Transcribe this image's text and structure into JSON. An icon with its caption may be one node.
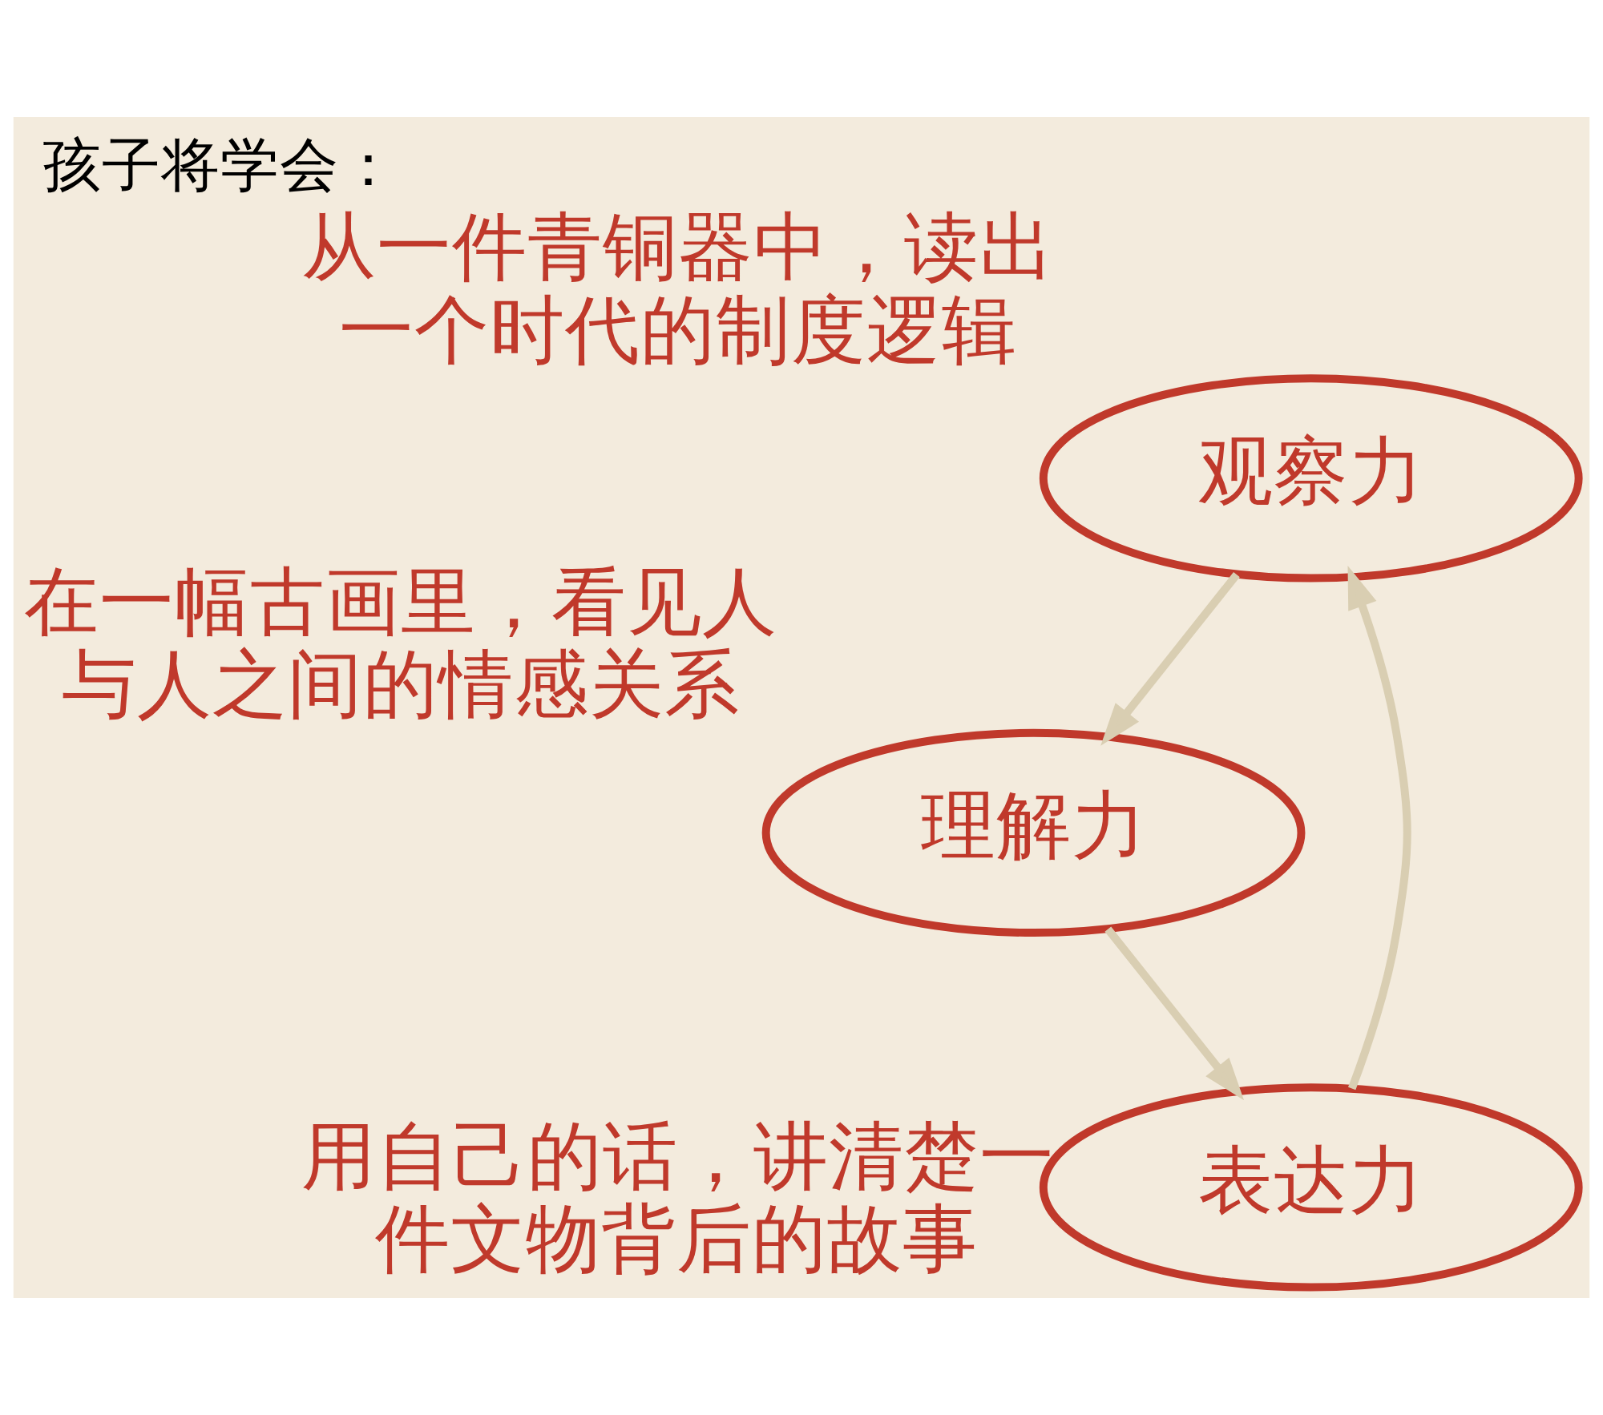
{
  "diagram": {
    "title": "孩子将学会：",
    "nodes": [
      {
        "text": [
          "观察力"
        ],
        "beside": [
          "从一件青铜器中，读出一个时代的制度逻辑"
        ]
      },
      {
        "text": [
          "理解力"
        ],
        "beside": [
          "在一幅古画里，看见人与人之间的情感关系"
        ]
      },
      {
        "text": [
          "表达力"
        ],
        "beside": [
          "用自己的话，讲清楚一件文物背后的故事"
        ]
      }
    ],
    "edges": [
      {
        "from": 0,
        "to": 1,
        "arrow": "to",
        "color": "#d9ceb2"
      },
      {
        "from": 1,
        "to": 2,
        "arrow": "to",
        "color": "#d9ceb2"
      },
      {
        "from": 2,
        "to": 0,
        "arrow": "to",
        "color": "#d9ceb2"
      }
    ]
  }
}
